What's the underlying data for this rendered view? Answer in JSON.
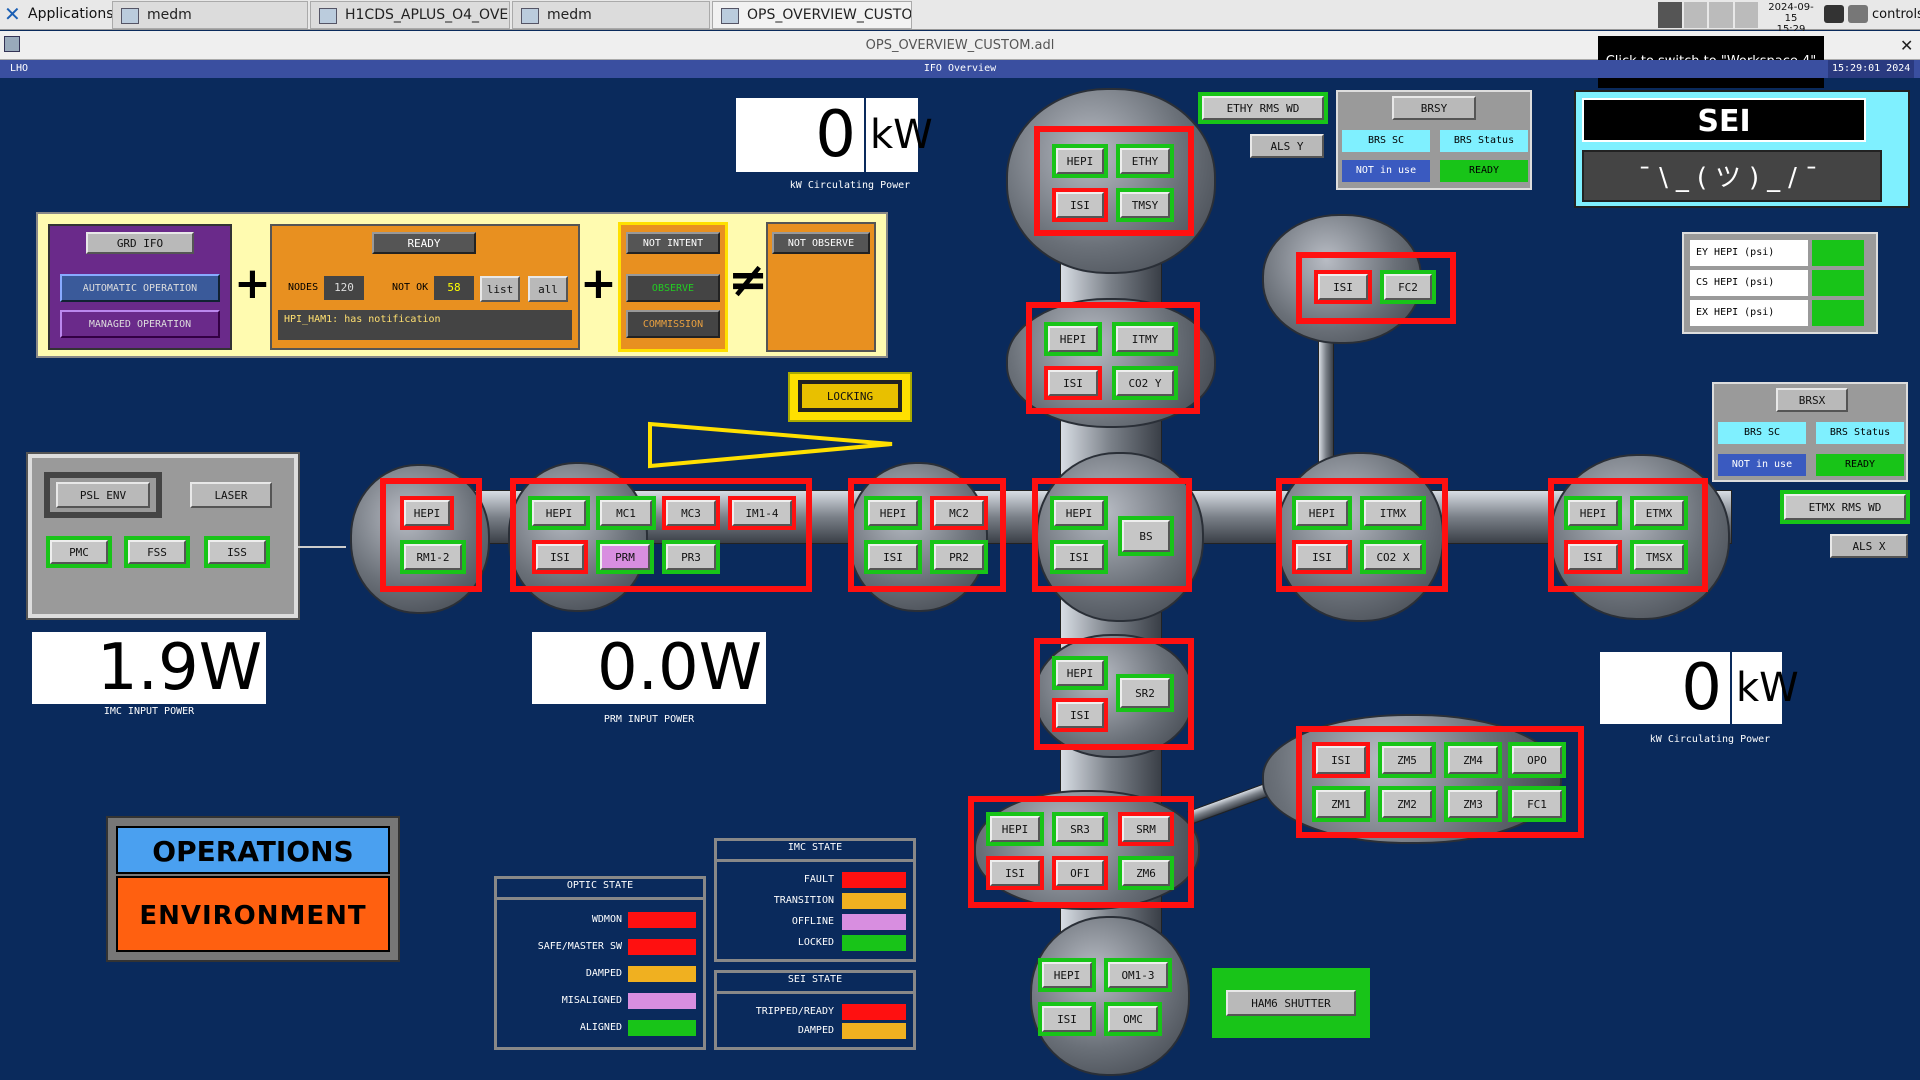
{
  "taskbar": {
    "apps_label": "Applications",
    "tasks": [
      "medm",
      "H1CDS_APLUS_O4_OVER...",
      "medm",
      "OPS_OVERVIEW_CUSTOM..."
    ],
    "date": "2024-09-15",
    "time": "15:29",
    "user": "controls"
  },
  "window": {
    "title": "OPS_OVERVIEW_CUSTOM.adl",
    "tooltip": "Click to switch to \"Workspace 4\""
  },
  "header": {
    "site": "LHO",
    "title": "IFO Overview",
    "clock": "15:29:01 2024"
  },
  "guardian": {
    "grd_ifo": "GRD IFO",
    "automatic": "AUTOMATIC OPERATION",
    "managed": "MANAGED OPERATION",
    "ready": "READY",
    "nodes_label": "NODES",
    "nodes_value": "120",
    "notok_label": "NOT OK",
    "notok_value": "58",
    "list_btn": "list",
    "all_btn": "all",
    "notification": "HPI_HAM1: has notification",
    "not_intent": "NOT INTENT",
    "observe": "OBSERVE",
    "commission": "COMMISSION",
    "not_observe": "NOT OBSERVE",
    "plus": "+",
    "neq": "≠",
    "locking": "LOCKING"
  },
  "power": {
    "circ_top_value": "0",
    "circ_top_unit": "kW",
    "circ_top_caption": "kW Circulating Power",
    "circ_right_value": "0",
    "circ_right_unit": "kW",
    "circ_right_caption": "kW Circulating Power",
    "imc_value": "1.9W",
    "imc_caption": "IMC INPUT POWER",
    "prm_value": "0.0W",
    "prm_caption": "PRM INPUT POWER"
  },
  "psl": {
    "env": "PSL ENV",
    "laser": "LASER",
    "pmc": "PMC",
    "fss": "FSS",
    "iss": "ISS"
  },
  "chips": {
    "ham1_hepi": "HEPI",
    "ham1_rm": "RM1-2",
    "ham2_hepi": "HEPI",
    "ham2_mc1": "MC1",
    "ham2_mc3": "MC3",
    "ham2_im": "IM1-4",
    "ham2_isi": "ISI",
    "ham2_prm": "PRM",
    "ham2_pr3": "PR3",
    "ham3_hepi": "HEPI",
    "ham3_mc2": "MC2",
    "ham3_isi": "ISI",
    "ham3_pr2": "PR2",
    "bsc_hepi": "HEPI",
    "bsc_bs": "BS",
    "bsc_isi": "ISI",
    "itmx_hepi": "HEPI",
    "itmx_itmx": "ITMX",
    "itmx_isi": "ISI",
    "itmx_co2": "CO2 X",
    "etmx_hepi": "HEPI",
    "etmx_etmx": "ETMX",
    "etmx_isi": "ISI",
    "etmx_tmsx": "TMSX",
    "ethy_hepi": "HEPI",
    "ethy_ethy": "ETHY",
    "ethy_isi": "ISI",
    "ethy_tmsy": "TMSY",
    "itmy_hepi": "HEPI",
    "itmy_itmy": "ITMY",
    "itmy_isi": "ISI",
    "itmy_co2": "CO2 Y",
    "fc_isi": "ISI",
    "fc_fc2": "FC2",
    "sr2_hepi": "HEPI",
    "sr2_isi": "ISI",
    "sr2_sr2": "SR2",
    "ham5_hepi": "HEPI",
    "ham5_sr3": "SR3",
    "ham5_srm": "SRM",
    "ham5_isi": "ISI",
    "ham5_ofi": "OFI",
    "ham5_zm6": "ZM6",
    "ham6_hepi": "HEPI",
    "ham6_om": "OM1-3",
    "ham6_isi": "ISI",
    "ham6_omc": "OMC",
    "sqz_isi": "ISI",
    "sqz_zm5": "ZM5",
    "sqz_zm4": "ZM4",
    "sqz_opo": "OPO",
    "sqz_zm1": "ZM1",
    "sqz_zm2": "ZM2",
    "sqz_zm3": "ZM3",
    "sqz_fc1": "FC1"
  },
  "ends": {
    "ethy_rms": "ETHY RMS WD",
    "als_y": "ALS Y",
    "brsy": "BRSY",
    "brs_sc_y": "BRS SC",
    "brs_status_y": "BRS Status",
    "not_in_use_y": "NOT in use",
    "ready_y": "READY",
    "brsx": "BRSX",
    "brs_sc_x": "BRS SC",
    "brs_status_x": "BRS Status",
    "not_in_use_x": "NOT in use",
    "ready_x": "READY",
    "etmx_rms": "ETMX RMS WD",
    "als_x": "ALS X",
    "ham6_shutter": "HAM6 SHUTTER"
  },
  "sei_config": {
    "title": "SEI CONFIGURATION",
    "kaomoji": "¯\\_(ツ)_/¯"
  },
  "hepi_psi": [
    "EY HEPI (psi)",
    "CS HEPI (psi)",
    "EX HEPI (psi)"
  ],
  "ops_mode": {
    "title": "OPERATIONS MODE",
    "value": "ENVIRONMENT"
  },
  "optic_state": {
    "title": "OPTIC STATE",
    "rows": [
      {
        "label": "WDMON",
        "color": "#ff1010"
      },
      {
        "label": "SAFE/MASTER SW",
        "color": "#ff1010"
      },
      {
        "label": "DAMPED",
        "color": "#f0b020"
      },
      {
        "label": "MISALIGNED",
        "color": "#d88ee0"
      },
      {
        "label": "ALIGNED",
        "color": "#18c418"
      }
    ]
  },
  "imc_state": {
    "title": "IMC STATE",
    "rows": [
      {
        "label": "FAULT",
        "color": "#ff1010"
      },
      {
        "label": "TRANSITION",
        "color": "#f0b020"
      },
      {
        "label": "OFFLINE",
        "color": "#d88ee0"
      },
      {
        "label": "LOCKED",
        "color": "#18c418"
      }
    ]
  },
  "sei_state": {
    "title": "SEI STATE",
    "rows": [
      {
        "label": "TRIPPED/READY",
        "color": "#ff1010"
      },
      {
        "label": "DAMPED",
        "color": "#f0b020"
      }
    ]
  }
}
